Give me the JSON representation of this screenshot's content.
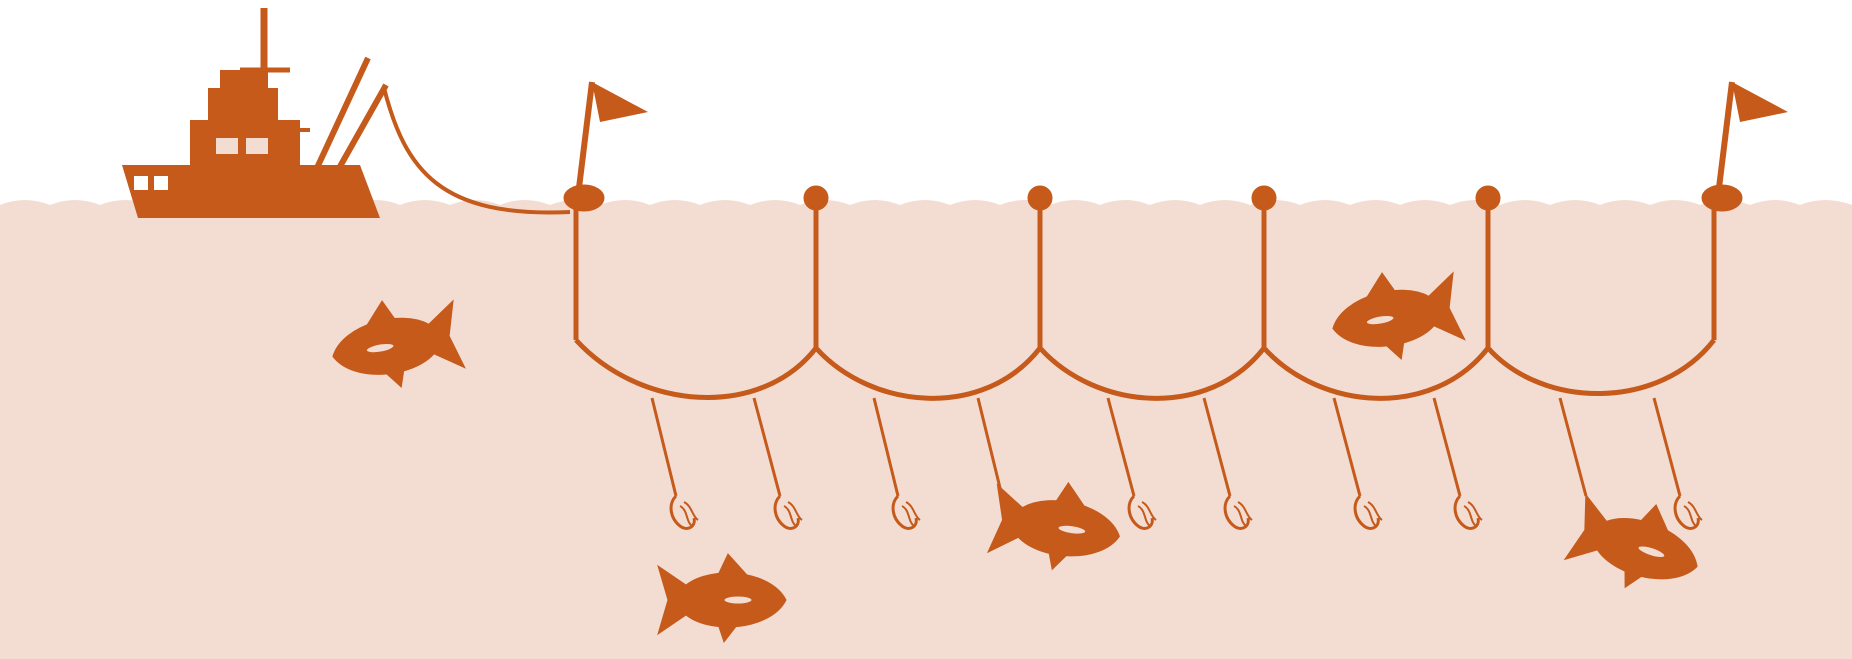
{
  "colors": {
    "sky": "#ffffff",
    "water": "#f3ddd3",
    "accent": "#c55a1b"
  },
  "icons": {
    "boat": "fishing-boat-icon",
    "flag": "marker-flag-icon",
    "buoy": "buoy-icon",
    "fish": "fish-icon",
    "hook": "baited-hook-icon"
  },
  "scene": {
    "buoy_count": 6,
    "flag_count": 2,
    "branch_line_count": 10,
    "hooked_fish_count": 2,
    "free_fish_count": 3
  }
}
